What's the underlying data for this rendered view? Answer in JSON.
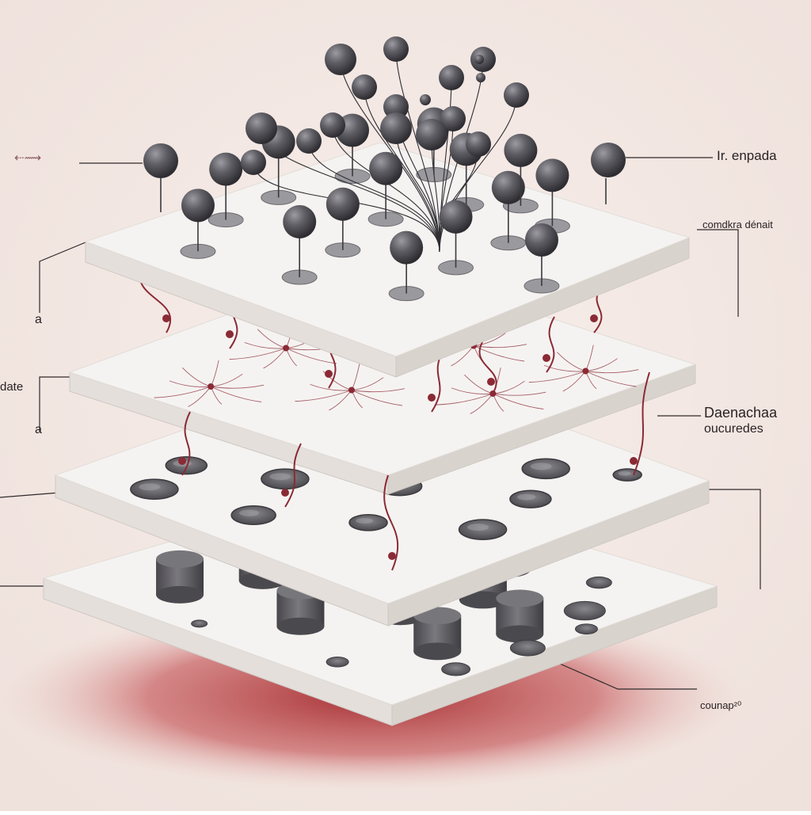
{
  "colors": {
    "background": "#f4e9e5",
    "shadow": "#a3282c",
    "plate_top": "#f5f3f1",
    "plate_side": "#e8e3df",
    "sphere": "#5d5c61",
    "well": "#6e6d72",
    "nerve": "#8a2a35",
    "leader": "#2f2a2b"
  },
  "labels": {
    "top_left_arrow": "⇠⟿",
    "top_right": "Ir. enpada",
    "right_upper": "comdkra dénait",
    "left_a1": "a",
    "left_date": "date",
    "left_a2": "a",
    "right_mid_1": "Daenachaa",
    "right_mid_2": "oucuredes",
    "bottom_right": "counap²⁰"
  },
  "layers": [
    {
      "name": "top-plate",
      "feature": "sphere-pins"
    },
    {
      "name": "second-plate",
      "feature": "neural-network"
    },
    {
      "name": "third-plate",
      "feature": "wells"
    },
    {
      "name": "bottom-plate",
      "feature": "cylinders"
    }
  ]
}
